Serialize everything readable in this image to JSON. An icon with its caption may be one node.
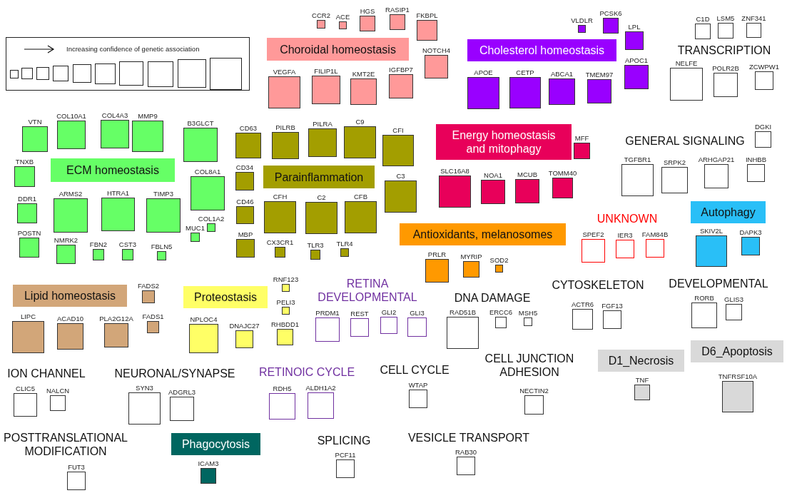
{
  "diagram": {
    "nodes": [
      {
        "text": [
          "Increasing confidence of genetic association"
        ]
      },
      {
        "text": [],
        "shape": "box",
        "in": 0
      },
      {
        "text": [],
        "shape": "box",
        "in": 0
      },
      {
        "text": [],
        "shape": "box",
        "in": 0
      },
      {
        "text": [],
        "shape": "box",
        "in": 0
      },
      {
        "text": [],
        "shape": "box",
        "in": 0
      },
      {
        "text": [],
        "shape": "box",
        "in": 0
      },
      {
        "text": [],
        "shape": "box",
        "in": 0
      },
      {
        "text": [],
        "shape": "box",
        "in": 0
      },
      {
        "text": [],
        "shape": "box",
        "in": 0
      },
      {
        "text": [],
        "shape": "box",
        "in": 0
      },
      {
        "text": [
          "Choroidal homeostasis"
        ]
      },
      {
        "text": [
          "CCR2"
        ]
      },
      {
        "text": [
          "ACE"
        ]
      },
      {
        "text": [
          "HGS"
        ]
      },
      {
        "text": [
          "RASIP1"
        ]
      },
      {
        "text": [
          "FKBPL"
        ]
      },
      {
        "text": [
          "NOTCH4"
        ]
      },
      {
        "text": [
          "VEGFA"
        ]
      },
      {
        "text": [
          "FILIP1L"
        ]
      },
      {
        "text": [
          "KMT2E"
        ]
      },
      {
        "text": [
          "IGFBP7"
        ]
      },
      {
        "text": [
          "Cholesterol homeostasis"
        ]
      },
      {
        "text": [
          "VLDLR"
        ]
      },
      {
        "text": [
          "PCSK6"
        ]
      },
      {
        "text": [
          "LPL"
        ]
      },
      {
        "text": [
          "APOC1"
        ]
      },
      {
        "text": [
          "APOE"
        ]
      },
      {
        "text": [
          "CETP"
        ]
      },
      {
        "text": [
          "ABCA1"
        ]
      },
      {
        "text": [
          "TMEM97"
        ]
      },
      {
        "text": [
          "C1D"
        ]
      },
      {
        "text": [
          "LSM5"
        ]
      },
      {
        "text": [
          "ZNF341"
        ]
      },
      {
        "text": [
          "NELFE"
        ]
      },
      {
        "text": [
          "POLR2B"
        ]
      },
      {
        "text": [
          "ZCWPW1"
        ]
      },
      {
        "text": [
          "ECM homeostasis"
        ]
      },
      {
        "text": [
          "VTN"
        ]
      },
      {
        "text": [
          "COL10A1"
        ]
      },
      {
        "text": [
          "COL4A3"
        ]
      },
      {
        "text": [
          "MMP9"
        ]
      },
      {
        "text": [
          "B3GLCT"
        ]
      },
      {
        "text": [
          "TNXB"
        ]
      },
      {
        "text": [
          "DDR1"
        ]
      },
      {
        "text": [
          "ARMS2"
        ]
      },
      {
        "text": [
          "HTRA1"
        ]
      },
      {
        "text": [
          "TIMP3"
        ]
      },
      {
        "text": [
          "COL8A1"
        ]
      },
      {
        "text": [
          "POSTN"
        ]
      },
      {
        "text": [
          "NMRK2"
        ]
      },
      {
        "text": [
          "FBN2"
        ]
      },
      {
        "text": [
          "CST3"
        ]
      },
      {
        "text": [
          "FBLN5"
        ]
      },
      {
        "text": [
          "MUC1"
        ]
      },
      {
        "text": [
          "COL1A2"
        ]
      },
      {
        "text": [
          "Parainflammation"
        ]
      },
      {
        "text": [
          "CD63"
        ]
      },
      {
        "text": [
          "PILRB"
        ]
      },
      {
        "text": [
          "PILRA"
        ]
      },
      {
        "text": [
          "C9"
        ]
      },
      {
        "text": [
          "CFI"
        ]
      },
      {
        "text": [
          "CD34"
        ]
      },
      {
        "text": [
          "C3"
        ]
      },
      {
        "text": [
          "CD46"
        ]
      },
      {
        "text": [
          "CFH"
        ]
      },
      {
        "text": [
          "C2"
        ]
      },
      {
        "text": [
          "CFB"
        ]
      },
      {
        "text": [
          "MBP"
        ]
      },
      {
        "text": [
          "CX3CR1"
        ]
      },
      {
        "text": [
          "TLR3"
        ]
      },
      {
        "text": [
          "TLR4"
        ]
      },
      {
        "text": [
          "Energy homeostasis and mitophagy"
        ]
      },
      {
        "text": [
          "MFF"
        ]
      },
      {
        "text": [
          "SLC16A8"
        ]
      },
      {
        "text": [
          "NOA1"
        ]
      },
      {
        "text": [
          "MCUB"
        ]
      },
      {
        "text": [
          "TOMM40"
        ]
      },
      {
        "text": [
          "DGKI"
        ]
      },
      {
        "text": [
          "TGFBR1"
        ]
      },
      {
        "text": [
          "SRPK2"
        ]
      },
      {
        "text": [
          "ARHGAP21"
        ]
      },
      {
        "text": [
          "INHBB"
        ]
      },
      {
        "text": [
          "Antioxidants, melanosomes"
        ]
      },
      {
        "text": [
          "PRLR"
        ]
      },
      {
        "text": [
          "MYRIP"
        ]
      },
      {
        "text": [
          "SOD2"
        ]
      },
      {
        "text": [
          "SPEF2"
        ]
      },
      {
        "text": [
          "IER3"
        ]
      },
      {
        "text": [
          "FAM84B"
        ]
      },
      {
        "text": [
          "Autophagy"
        ]
      },
      {
        "text": [
          "SKIV2L"
        ]
      },
      {
        "text": [
          "DAPK3"
        ]
      },
      {
        "text": [
          "Lipid homeostasis"
        ]
      },
      {
        "text": [
          "FADS2"
        ]
      },
      {
        "text": [
          "LIPC"
        ]
      },
      {
        "text": [
          "ACAD10"
        ]
      },
      {
        "text": [
          "PLA2G12A"
        ]
      },
      {
        "text": [
          "FADS1"
        ]
      },
      {
        "text": [
          "Proteostasis"
        ]
      },
      {
        "text": [
          "RNF123"
        ]
      },
      {
        "text": [
          "PELI3"
        ]
      },
      {
        "text": [
          "NPLOC4"
        ]
      },
      {
        "text": [
          "DNAJC27"
        ]
      },
      {
        "text": [
          "RHBDD1"
        ]
      },
      {
        "text": [
          "PRDM1"
        ]
      },
      {
        "text": [
          "REST"
        ]
      },
      {
        "text": [
          "GLI2"
        ]
      },
      {
        "text": [
          "GLI3"
        ]
      },
      {
        "text": [
          "RAD51B"
        ]
      },
      {
        "text": [
          "ERCC6"
        ]
      },
      {
        "text": [
          "MSH5"
        ]
      },
      {
        "text": [
          "ACTR6"
        ]
      },
      {
        "text": [
          "FGF13"
        ]
      },
      {
        "text": [
          "RORB"
        ]
      },
      {
        "text": [
          "GLIS3"
        ]
      },
      {
        "text": [
          "CLIC5"
        ]
      },
      {
        "text": [
          "NALCN"
        ]
      },
      {
        "text": [
          "SYN3"
        ]
      },
      {
        "text": [
          "ADGRL3"
        ]
      },
      {
        "text": [
          "RDH5"
        ]
      },
      {
        "text": [
          "ALDH1A2"
        ]
      },
      {
        "text": [
          "WTAP"
        ]
      },
      {
        "text": [
          "NECTIN2"
        ]
      },
      {
        "text": [
          "D1_Necrosis"
        ]
      },
      {
        "text": [
          "TNF"
        ]
      },
      {
        "text": [
          "D6_Apoptosis"
        ]
      },
      {
        "text": [
          "TNFRSF10A"
        ]
      },
      {
        "text": [
          "FUT3"
        ]
      },
      {
        "text": [
          "Phagocytosis"
        ]
      },
      {
        "text": [
          "ICAM3"
        ]
      },
      {
        "text": [
          "PCF11"
        ]
      },
      {
        "text": [
          "RAB30"
        ]
      }
    ],
    "labels": [
      "TRANSCRIPTION",
      "GENERAL SIGNALING",
      "UNKNOWN",
      "CYTOSKELETON",
      "DEVELOPMENTAL",
      "RETINA DEVELOPMENTAL",
      "DNA DAMAGE",
      "ION CHANNEL",
      "NEURONAL/SYNAPSE",
      "RETINOIC CYCLE",
      "CELL CYCLE",
      "CELL JUNCTION ADHESION",
      "POSTTRANSLATIONAL MODIFICATION",
      "SPLICING",
      "VESICLE TRANSPORT"
    ]
  }
}
